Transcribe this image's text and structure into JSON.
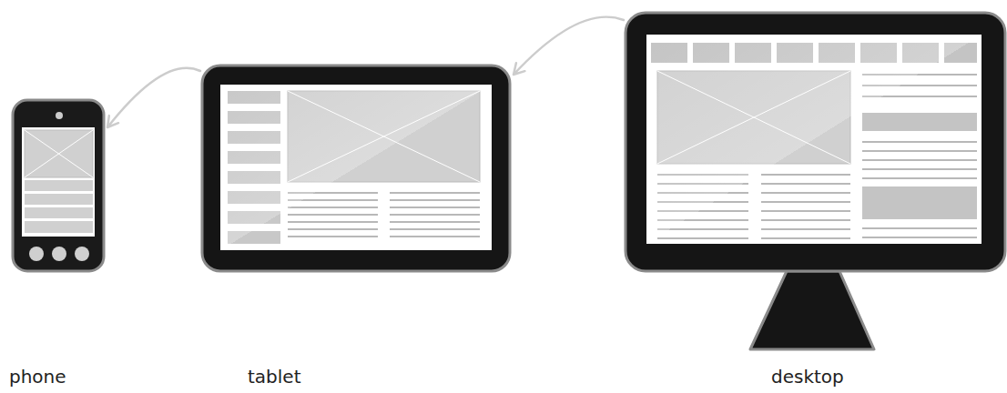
{
  "diagram": {
    "nodes": [
      {
        "text": [
          "phone"
        ]
      },
      {
        "text": [
          "tablet"
        ]
      },
      {
        "text": [
          "desktop"
        ]
      }
    ],
    "edges": [
      {
        "from": 2,
        "to": 1,
        "arrow": "to"
      },
      {
        "from": 1,
        "to": 0,
        "arrow": "to"
      }
    ]
  }
}
